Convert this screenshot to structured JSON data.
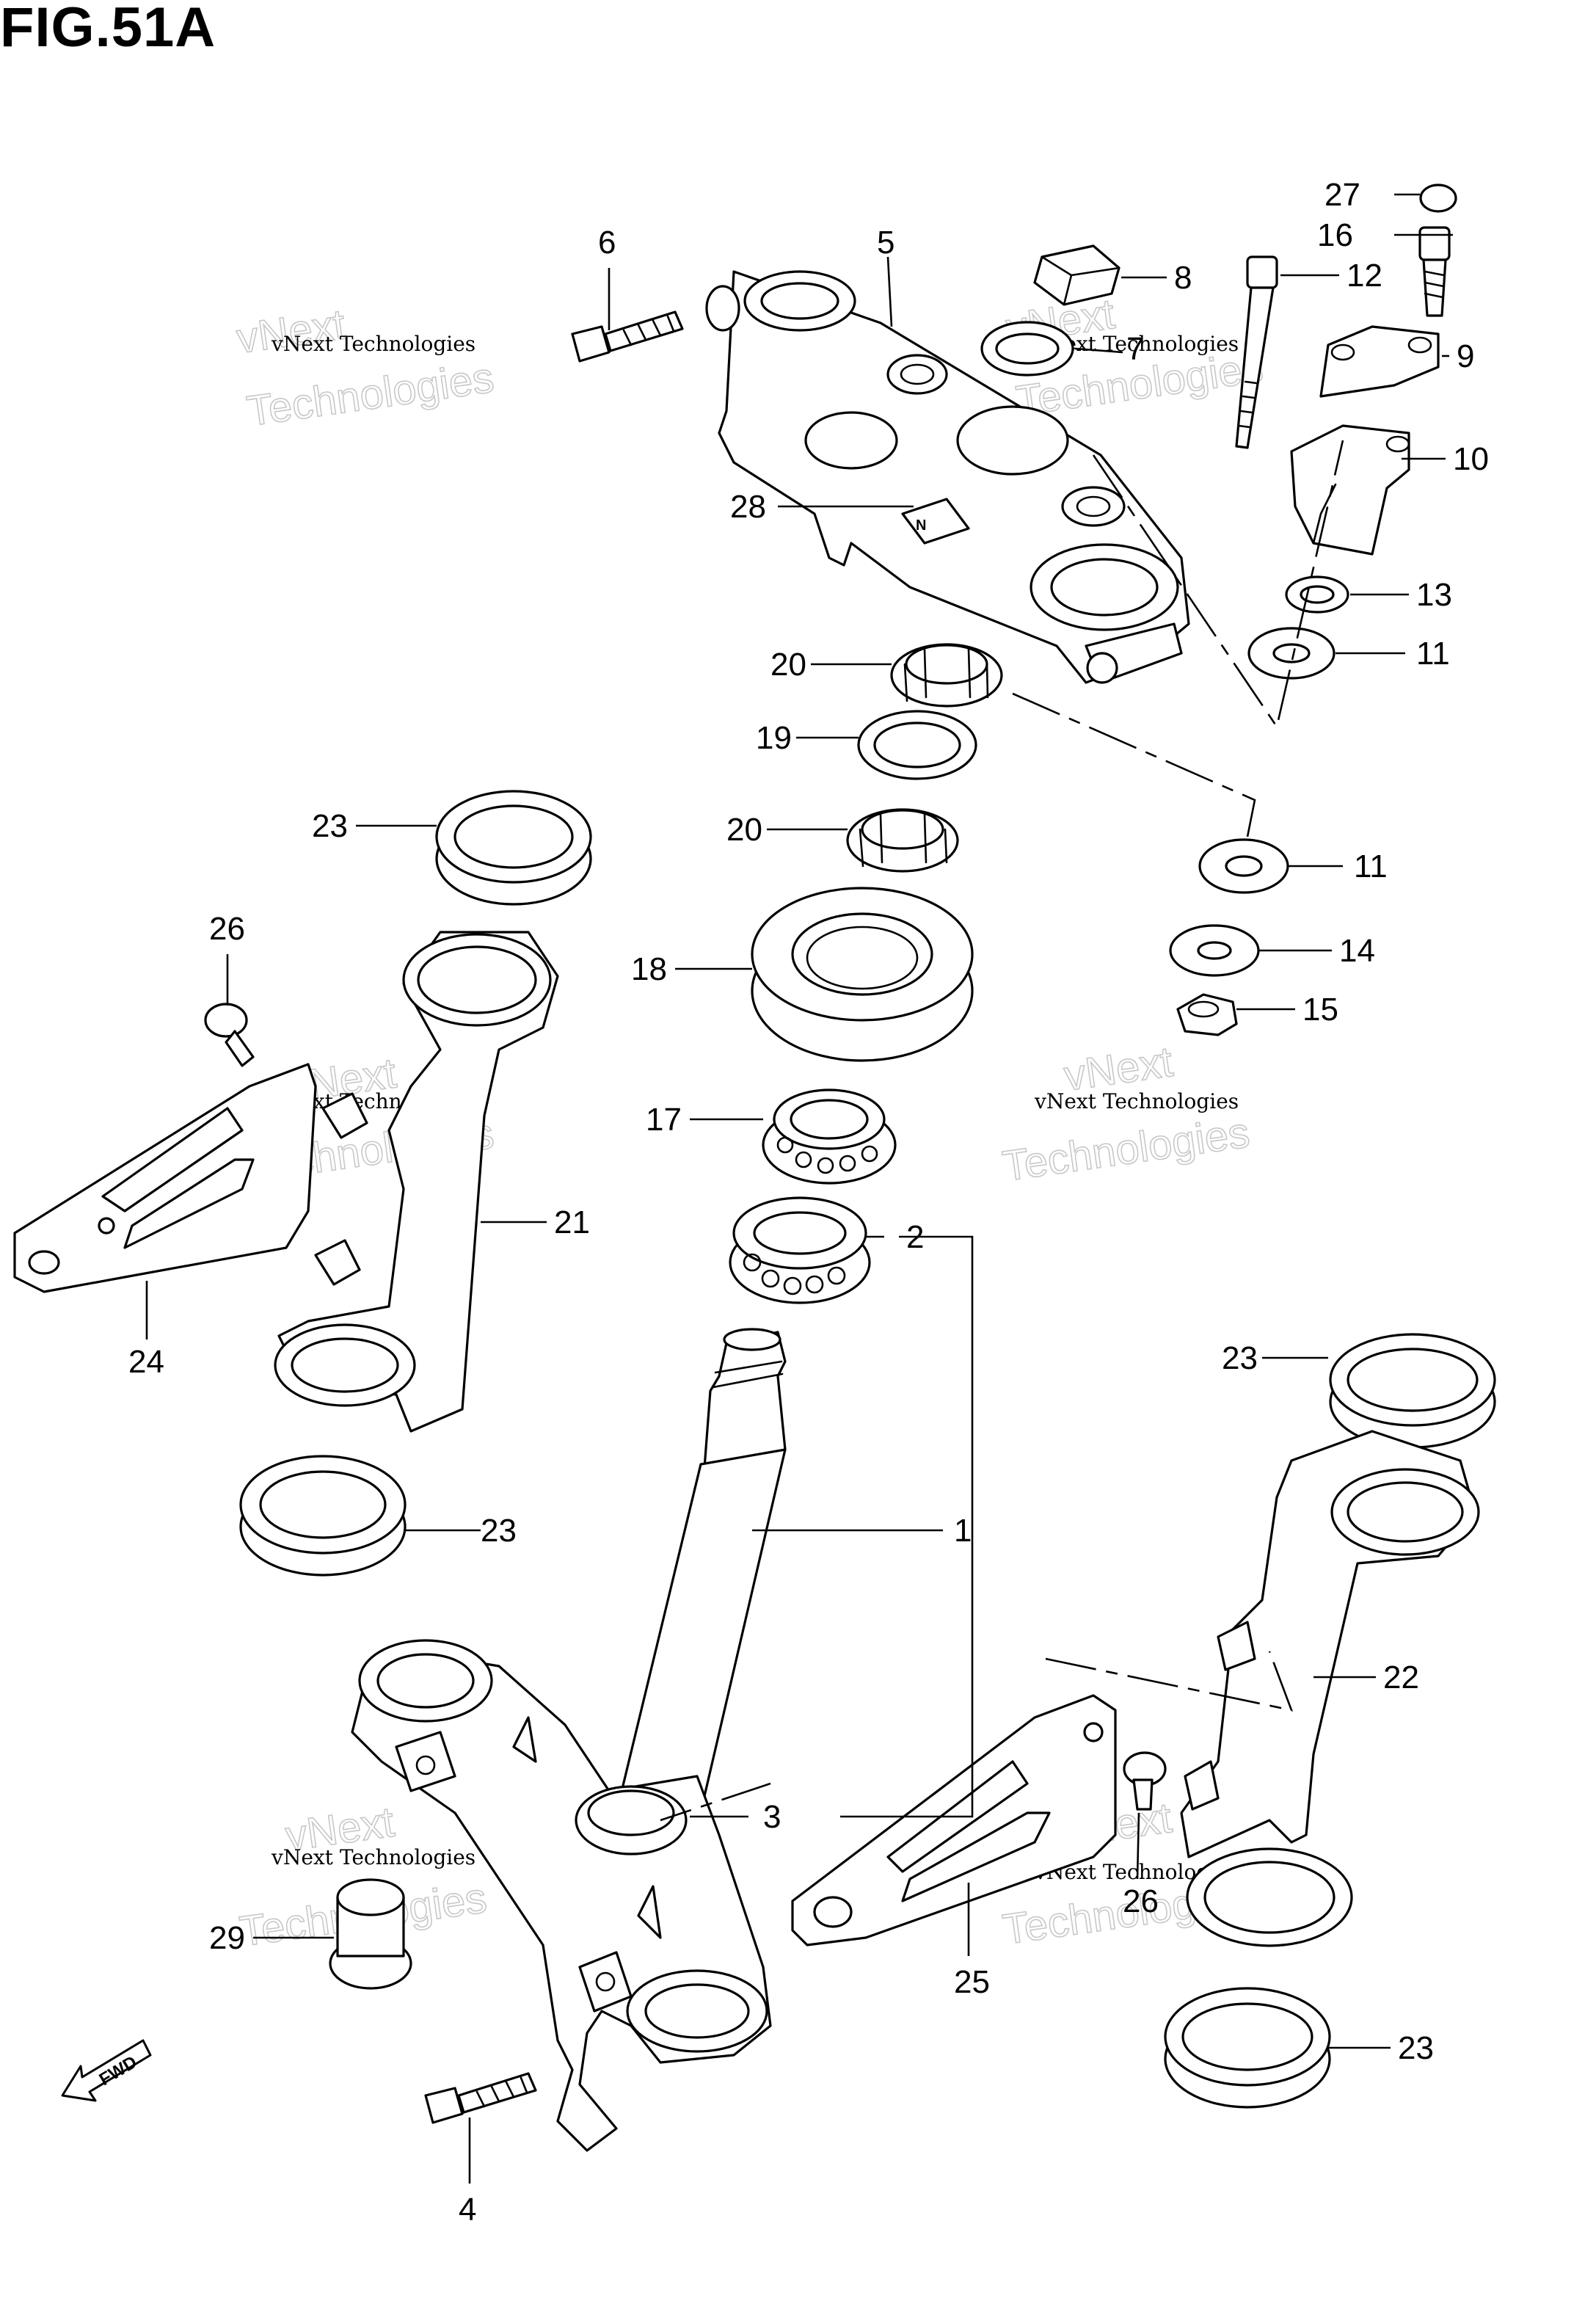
{
  "figure": {
    "title": "FIG.51A"
  },
  "watermark": {
    "brand": "vNext",
    "line1": "vNext Technologies",
    "line2": "Technologies",
    "outline_color": "#c8c8c8"
  },
  "fwd_label": "FWD",
  "callouts": [
    {
      "id": "c1",
      "text": "1"
    },
    {
      "id": "c2",
      "text": "2"
    },
    {
      "id": "c3",
      "text": "3"
    },
    {
      "id": "c4",
      "text": "4"
    },
    {
      "id": "c5",
      "text": "5"
    },
    {
      "id": "c6",
      "text": "6"
    },
    {
      "id": "c7",
      "text": "7"
    },
    {
      "id": "c8",
      "text": "8"
    },
    {
      "id": "c9",
      "text": "9"
    },
    {
      "id": "c10",
      "text": "10"
    },
    {
      "id": "c11a",
      "text": "11"
    },
    {
      "id": "c11b",
      "text": "11"
    },
    {
      "id": "c12",
      "text": "12"
    },
    {
      "id": "c13",
      "text": "13"
    },
    {
      "id": "c14",
      "text": "14"
    },
    {
      "id": "c15",
      "text": "15"
    },
    {
      "id": "c16",
      "text": "16"
    },
    {
      "id": "c17",
      "text": "17"
    },
    {
      "id": "c18",
      "text": "18"
    },
    {
      "id": "c19",
      "text": "19"
    },
    {
      "id": "c20a",
      "text": "20"
    },
    {
      "id": "c20b",
      "text": "20"
    },
    {
      "id": "c21",
      "text": "21"
    },
    {
      "id": "c22",
      "text": "22"
    },
    {
      "id": "c23a",
      "text": "23"
    },
    {
      "id": "c23b",
      "text": "23"
    },
    {
      "id": "c23c",
      "text": "23"
    },
    {
      "id": "c23d",
      "text": "23"
    },
    {
      "id": "c24",
      "text": "24"
    },
    {
      "id": "c25",
      "text": "25"
    },
    {
      "id": "c26a",
      "text": "26"
    },
    {
      "id": "c26b",
      "text": "26"
    },
    {
      "id": "c27",
      "text": "27"
    },
    {
      "id": "c28",
      "text": "28"
    },
    {
      "id": "c29",
      "text": "29"
    }
  ]
}
